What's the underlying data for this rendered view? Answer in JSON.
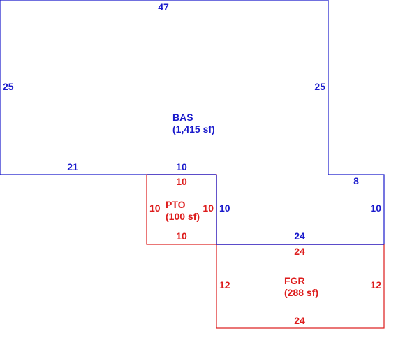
{
  "colors": {
    "bas": "#1a1acc",
    "outbuildings": "#dd1c1c"
  },
  "bas": {
    "code": "BAS",
    "area": "(1,415 sf)",
    "dims": {
      "top": "47",
      "left": "25",
      "right": "25",
      "bottom_left": "21",
      "bottom_mid": "10",
      "notch_top": "8",
      "notch_right": "10",
      "notch_inner": "10",
      "bottom_right": "24"
    }
  },
  "pto": {
    "code": "PTO",
    "area": "(100 sf)",
    "dims": {
      "top": "10",
      "left": "10",
      "right": "10",
      "bottom": "10"
    }
  },
  "fgr": {
    "code": "FGR",
    "area": "(288 sf)",
    "dims": {
      "top": "24",
      "left": "12",
      "right": "12",
      "bottom": "24"
    }
  }
}
